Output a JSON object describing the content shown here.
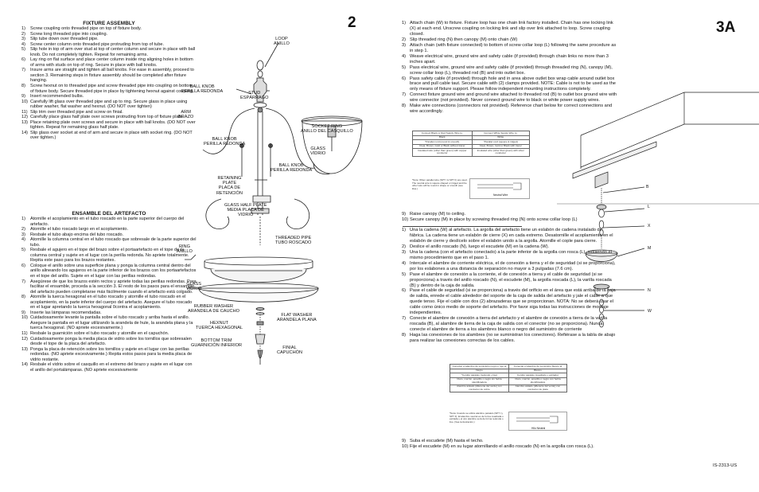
{
  "page_number": "2",
  "page_number_3a": "3A",
  "doc_code": "IS-2313-US",
  "fixture_en": {
    "heading": "FIXTURE ASSEMBLY",
    "steps": [
      "Screw coupling onto threaded pipe on top of fixture body.",
      "Screw long threaded pipe into coupling.",
      "Slip tube down over threaded pipe.",
      "Screw center column onto threaded pipe protruding from top of tube.",
      "Slip hole in top of arm over stud at top of center column and secure in place with ball knob. Do not completely tighten. Repeat for remaining arms.",
      "Lay ring on flat surface and place center column inside ring aligning holes in bottom of arms with studs on top of ring. Secure in place with ball knobs.",
      "Insure arms are straight and tighten all ball knobs. For ease in assembly, proceed to section 3. Remaining steps in fixture assembly should be completed after fixture hanging.",
      "Screw hexnut on to threaded pipe and screw threaded pipe into coupling on bottom of fixture body. Secure threaded pipe in place by tightening hexnut against coupling.",
      "Insert recommended bulbs.",
      "Carefully lift glass over threaded pipe and up to ring. Secure glass in place using rubber washer, flat washer and hexnut. (DO NOT over tighten)",
      "Slip trim over threaded pipe and screw on finial.",
      "Carefully place glass half plate over screws protruding from top of fixture plate.",
      "Place retaining plate over screws and secure in place with ball knobs. (DO NOT over tighten. Repeat for remaining glass half plate.",
      "Slip glass over socket at end of arm and secure in place with socket ring. (DO NOT over tighten.)"
    ]
  },
  "fixture_es": {
    "heading": "ENSAMBLE DEL ARTEFACTO",
    "steps": [
      "Atornille el acoplamiento en el tubo roscado en la parte superior del cuerpo del artefacto.",
      "Atornille el tubo roscado largo en el acoplamiento.",
      "Resbale el tubo abajo encima del tubo roscado.",
      "Atornille la columna central en el tubo roscado que sobresale de la parte superior del tubo.",
      "Resbale el agujero en el tope del brazo sobre el portaartefacto en el tope de la columna central y sujete en el lugar con la perilla redonda. No apriete totalmente. Repita este paso para los brazos restantes.",
      "Coloque el anillo sobre una superficie plana y ponga la columna central dentro del anillo alineando los agujeros en la parte inferior de los brazos con los portaartefactos en el tope del anillo. Sujete en el lugar con las perillas redondas.",
      "Asegúrese de que los brazos estén rectos y apriete todas las perillas redondas. Para facilitar el ensamble, proceda a la sección 3. El resto de los pasos para el ensamble del artefacto pueden completarse más fácilmente cuando el artefacto está colgado.",
      "Atornille la tuerca hexagonal en el tubo roscado y atornille el tubo roscado en el acoplamiento, en la parte inferior del cuerpo del artefacto. Asegure el tubo roscado en el lugar apretando la tuerca hexagonal 0contra el acoplamiento.",
      "Inserte las lámparas recomendadas.",
      "Cuidadosamente levante la pantalla sobre el tubo roscado y arriba hasta el anillo. Asegure la pantalla en el lugar utilizando la arandela de hule, la arandela plana y la tuerca hexagonal. (NO apriete excesivamente.)",
      "Resbale la guarnición sobre el tubo roscado y atornille en el capuchón.",
      "Cuidadosamente ponga la media placa de vidrio sobre los tornillos que sobresalen desde el tope de la placa del artefacto.",
      "Ponga la placa de retención sobre los tornillos y sujete en el lugar con las perillas redondas. (NO apriete excesivamente.) Repita estos pasos para la media placa de vidrio restante.",
      "Resbale el vidrio sobre el casquillo en el extremo del brazo y sujete en el lugar con el anillo del portalámparas. (NO apriete excesivamente"
    ]
  },
  "diagram_labels": {
    "loop": "LOOP\nANILLO",
    "ball_knob_1": "BALL KNOB\nPERILLA REDONDA",
    "stud": "STUD\nESPÁRRAGO",
    "arm": "ARM\nBRAZO",
    "socket_ring": "SOCKET RING\nANILLO DEL CASQUILLO",
    "ball_knob_2": "BALL KNOB\nPERILLA REDONDA",
    "glass_1": "GLASS\nVIDRIO",
    "ball_knob_3": "BALL KNOB\nPERILLA REDONDA",
    "retaining_plate": "RETAINING\nPLATE\nPLACA DE\nRETENCIÓN",
    "glass_half_plate": "GLASS HALF PLATE\nMEDIA PLACA DE\nVIDRIO",
    "threaded_pipe": "THREADED PIPE\nTUBO ROSCADO",
    "ring": "RING\nANILLO",
    "glass_2": "GLASS\nVIDRIO",
    "rubber_washer": "RUBBER WASHER\nARANDELA DE CAUCHO",
    "flat_washer": "FLAT WASHER\nARANDELA PLANA",
    "hexnut": "HEXNUT\nTUERCA HEXAGONAL",
    "bottom_trim": "BOTTOM TRIM\nGUARNICIÓN INFERIOR",
    "finial": "FINIAL\nCAPUCHÓN"
  },
  "hanging_en": {
    "steps": [
      "Attach chain (W) to fixture. Fixture loop has one chain link factory installed. Chain has one locking link (X) at each end. Unscrew coupling on locking link and slip over link attached to loop. Screw coupling closed.",
      "Slip threaded ring (N) then canopy (M) onto chain (W)",
      "Attach chain (with fixture connected) to bottom of screw collar loop (L) following the same procedure as in step 1.",
      "Weave electrical wire, ground wire and safety cable (if provided) through chain links no more than 3 inches apart.",
      "Pass electrical wire, ground wire and safety cable (if provided) through threaded ring (N), canopy (M), screw collar loop (L), threaded rod (B) and into outlet box.",
      "Pass safety cable (if provided) through hole and in area above outlet box wrap cable around outlet box brace and pull cable taut. Secure cable with (2) clamps provided. NOTE: Cable is not to be used as the only means of fixture support. Please follow independent mounting instructions completely.",
      "Connect fixture ground wire and ground wire attached to threaded rod (B) to outlet box ground wire with wire connector (not provided). Never connect ground wire to black or white power supply wires.",
      "Make wire connections (connectors not provided). Reference chart below for correct connections and wire accordingly."
    ],
    "steps2": [
      "Raise canopy (M) to ceiling.",
      "Secure canopy (M) in place by screwing threaded ring (N) onto screw collar loop (L)"
    ]
  },
  "hanging_es": {
    "steps": [
      "Una la cadena (W) al artefacto. La argolla del artefacto tiene un eslabón de cadena instalado de fábrica. La cadena tiene un eslabón de cierre (X) en cada extremo. Desatornille el acoplamiento en el eslabón de cierre y deslícelo sobre el eslabón unido a la argolla. Atornille el cople para cierre.",
      "Deslice el anillo roscado (N), luego el escudete (M) en la cadena (W).",
      "Una la cadena (con el artefacto conectado) a la parte inferior de la argolla con rosca (L), siguiendo el mismo procedimiento que en el paso 1.",
      "Intercale el alambre de corriente eléctrica, el de conexión a tierra y el de seguridad (si se proporciona), por los eslabones a una distancia de separación no mayor a 3 pulgadas (7.6 cm).",
      "Pase el alambre de conexión a la corriente, el de conexión a tierra y el cable de seguridad (si se proporciona) a través del anillo roscado (N), el escudete (M), la argolla roscada (L), la varilla roscada (B) y dentro de la caja de salida.",
      "Pase el cable de seguridad (si se proporciona) a través del orificio en el área que está arriba de la caja de salida, enrede el cable alrededor del soporte de la caja de salida del artefacto y jale el cable a que quede tenso. Fije el cable con dos (2) abrazaderas que se proporcionan. NOTA: No se deberá usar el cable como único medio de soporte del artefacto. Por favor siga todas las instrucciones de montaje independientes.",
      "Conecte el alambre de conexión a tierra del artefacto y el alambre de conexión a tierra de la varilla roscada (B), al alambre de tierra de la caja de salida con el conector (no se proporciona). Nunca conecte el alambre de tierra a los alambres blanco o negro del suministro de corriente",
      "Haga las conexiones de los alambres (no se suministran los conectores). Refiérase a la tabla de abajo para realizar las conexiones correctas de los cables."
    ],
    "steps2": [
      "Suba el escudete (M) hasta el techo.",
      "Fije el escudete (M) en su lugar atornillando el anillo roscado (N) en la argolla con rosca (L)."
    ]
  },
  "table_en": {
    "headers": [
      "Connect Black or Red Supply Wire to:",
      "Connect White Supply Wire to:"
    ],
    "rows": [
      [
        "Black",
        "White"
      ],
      [
        "*Parallel cord (round & smooth)",
        "*Parallel cord (square & ridged)"
      ],
      [
        "Clear, Brown, Gold or Black without tracer",
        "Clear, Brown, Gold or Black with tracer"
      ],
      [
        "Insulated wire (other than green) with copper conductor",
        "Insulated wire (other than green) with silver conductor"
      ]
    ],
    "note": "*Note: When parallel wire (SPT I & SPT II) are used. The neutral wire is square shaped or ridged and the other wire will be round in shape or smooth (see illus.)",
    "neutral_label": "Neutral Wire"
  },
  "table_es": {
    "headers": [
      "Conectar el alambre de suministro negro o rojo al",
      "Conectar el alambre de suministro blanco al"
    ],
    "rows": [
      [
        "Negro",
        "Blanco"
      ],
      [
        "*Cordón paralelo (redondo y liso)",
        "Cordón paralelo (cuadrado y estriado)"
      ],
      [
        "Claro, marrón, amarillo o negro sin hebra identificadora",
        "Claro, marrón, amarillo o negro con hebra identificadora"
      ],
      [
        "Alambre aislado (diferente del verde) con conductor de cobre",
        "Alambre aislado (diferente del verde) con conductor de plata"
      ]
    ],
    "note": "*Nota: Cuando se utiliza alambre paralelo (SPT I y SPT II). El alambre neutral es de forma cuadrada o estriada y el otro alambre será de forma redonda o liso. (Vea la ilustración.)",
    "neutral_label": "Hilo Neutral"
  },
  "letters": {
    "B": "B",
    "L": "L",
    "X": "X",
    "M": "M",
    "N": "N",
    "W": "W"
  }
}
